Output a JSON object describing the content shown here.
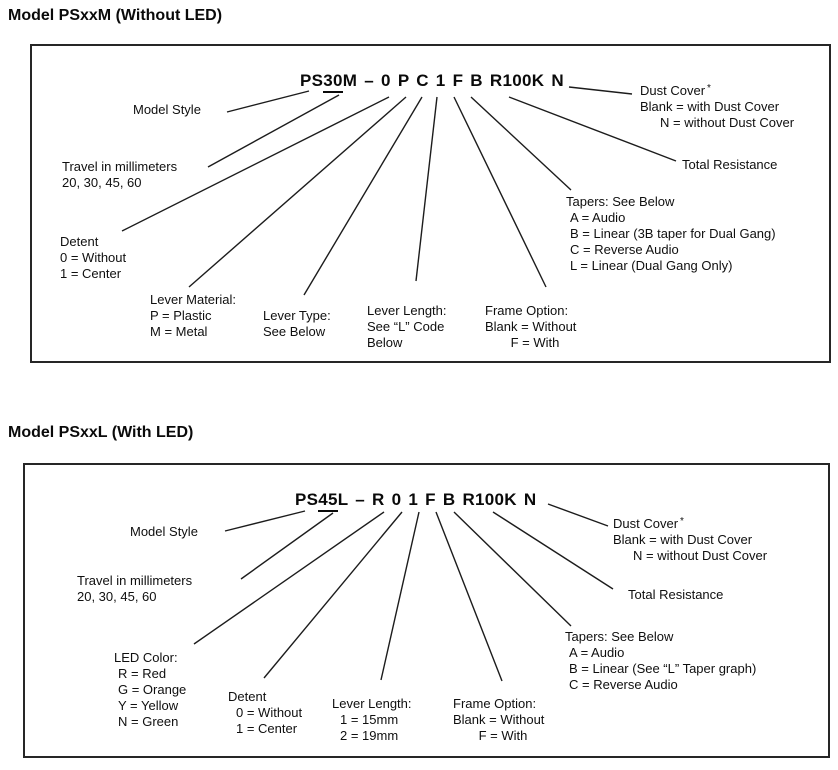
{
  "colors": {
    "background": "#ffffff",
    "text": "#0f0f0f",
    "line": "#1c1c1c",
    "border": "#262626"
  },
  "sections": [
    {
      "heading": "Model PSxxM (Without LED)",
      "part_number": {
        "prefix": "PS",
        "underlined": "30",
        "suffix": "M – 0 P C 1 F B R100K N"
      },
      "labels": {
        "model_style": "Model Style",
        "travel": {
          "l1": "Travel in millimeters",
          "l2": "20, 30, 45, 60"
        },
        "detent": {
          "l1": "Detent",
          "l2": "0 = Without",
          "l3": "1 = Center"
        },
        "lever_material": {
          "l1": "Lever Material:",
          "l2": "P = Plastic",
          "l3": "M = Metal"
        },
        "lever_type": {
          "l1": "Lever Type:",
          "l2": "See Below"
        },
        "lever_length": {
          "l1": "Lever Length:",
          "l2": "See “L” Code",
          "l3": "Below"
        },
        "frame_option": {
          "l1": "Frame Option:",
          "l2": "Blank = Without",
          "l3": "F = With"
        },
        "tapers": {
          "l1": "Tapers: See Below",
          "l2": "A = Audio",
          "l3": "B = Linear (3B taper for Dual Gang)",
          "l4": "C = Reverse Audio",
          "l5": "L = Linear (Dual Gang Only)"
        },
        "total_resistance": "Total Resistance",
        "dust_cover": {
          "title": "Dust Cover",
          "mark": "*",
          "l2": "Blank = with Dust Cover",
          "l3": "N = without Dust Cover"
        }
      }
    },
    {
      "heading": "Model PSxxL (With LED)",
      "part_number": {
        "prefix": "PS",
        "underlined": "45",
        "suffix": "L – R 0 1 F B R100K N"
      },
      "labels": {
        "model_style": "Model Style",
        "travel": {
          "l1": "Travel in millimeters",
          "l2": "20, 30, 45, 60"
        },
        "led_color": {
          "l1": "LED Color:",
          "l2": "R = Red",
          "l3": "G = Orange",
          "l4": "Y = Yellow",
          "l5": "N = Green"
        },
        "detent": {
          "l1": "Detent",
          "l2": "0 = Without",
          "l3": "1 = Center"
        },
        "lever_length": {
          "l1": "Lever Length:",
          "l2": "1 = 15mm",
          "l3": "2 = 19mm"
        },
        "frame_option": {
          "l1": "Frame Option:",
          "l2": "Blank = Without",
          "l3": "F = With"
        },
        "tapers": {
          "l1": "Tapers: See Below",
          "l2": "A = Audio",
          "l3": "B = Linear (See “L” Taper graph)",
          "l4": "C = Reverse Audio"
        },
        "total_resistance": "Total Resistance",
        "dust_cover": {
          "title": "Dust Cover",
          "mark": "*",
          "l2": "Blank = with Dust Cover",
          "l3": "N = without Dust Cover"
        }
      }
    }
  ]
}
